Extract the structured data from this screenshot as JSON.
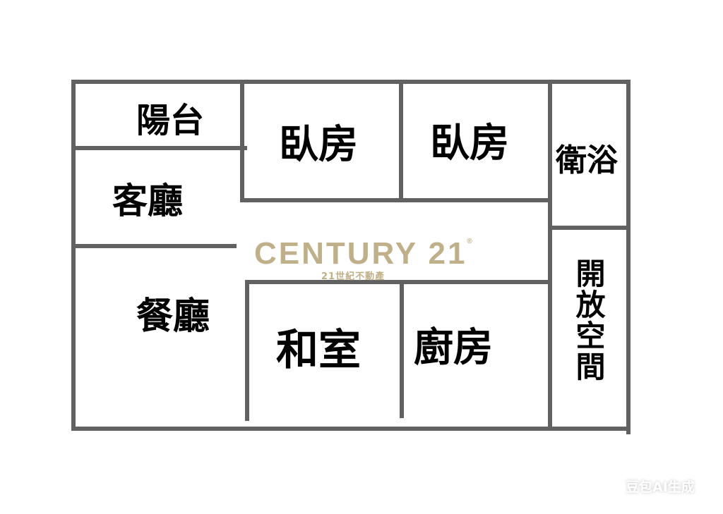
{
  "floorplan": {
    "wall_color": "#616161",
    "rooms": [
      {
        "id": "balcony",
        "label": "陽台"
      },
      {
        "id": "living-room",
        "label": "客廳"
      },
      {
        "id": "dining-room",
        "label": "餐廳"
      },
      {
        "id": "bedroom-1",
        "label": "臥房"
      },
      {
        "id": "bedroom-2",
        "label": "臥房"
      },
      {
        "id": "bathroom",
        "label": "衛浴"
      },
      {
        "id": "open-space",
        "label": "開放空間"
      },
      {
        "id": "tatami-room",
        "label": "和室"
      },
      {
        "id": "kitchen",
        "label": "廚房"
      }
    ]
  },
  "branding": {
    "logo_text": "CENTURY 21",
    "logo_mark": "®",
    "logo_subtext": "21世紀不動產",
    "logo_color": "#bfb08a"
  },
  "watermark": {
    "text": "豆包AI生成"
  }
}
